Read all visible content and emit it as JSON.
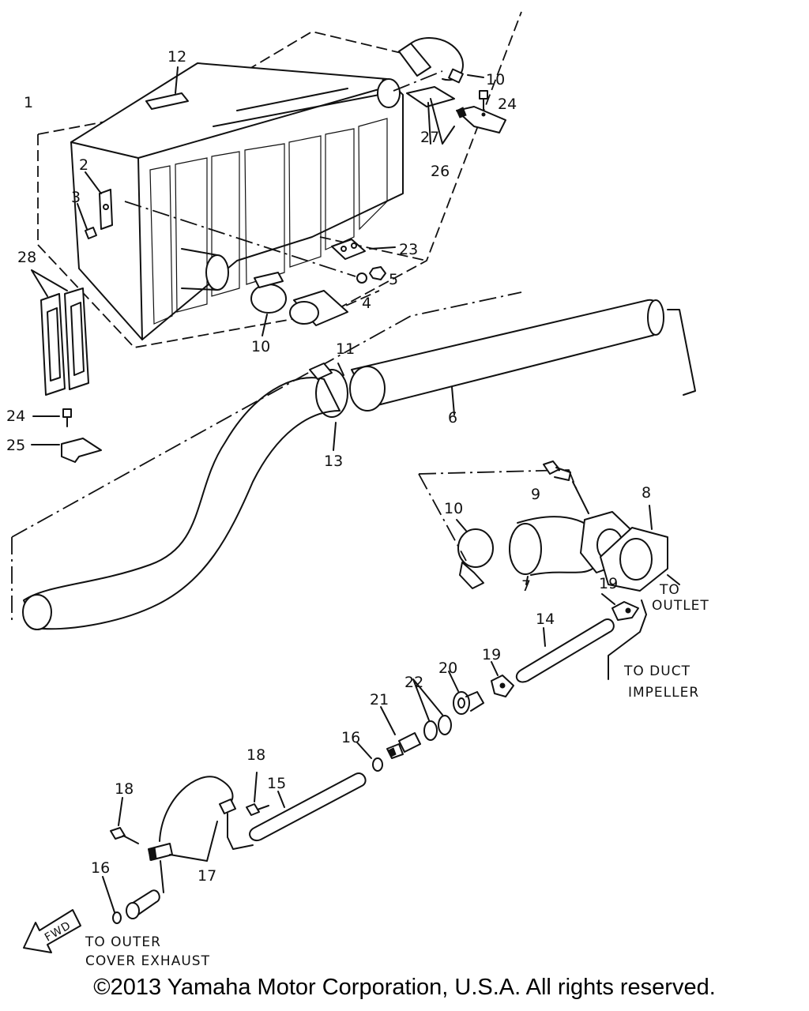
{
  "parts": [
    {
      "id": "1",
      "label": "1"
    },
    {
      "id": "2",
      "label": "2"
    },
    {
      "id": "3",
      "label": "3"
    },
    {
      "id": "4",
      "label": "4"
    },
    {
      "id": "5",
      "label": "5"
    },
    {
      "id": "6",
      "label": "6"
    },
    {
      "id": "7",
      "label": "7"
    },
    {
      "id": "8",
      "label": "8"
    },
    {
      "id": "9",
      "label": "9"
    },
    {
      "id": "10a",
      "label": "10"
    },
    {
      "id": "10b",
      "label": "10"
    },
    {
      "id": "10c",
      "label": "10"
    },
    {
      "id": "11",
      "label": "11"
    },
    {
      "id": "12",
      "label": "12"
    },
    {
      "id": "13",
      "label": "13"
    },
    {
      "id": "14",
      "label": "14"
    },
    {
      "id": "15",
      "label": "15"
    },
    {
      "id": "16a",
      "label": "16"
    },
    {
      "id": "16b",
      "label": "16"
    },
    {
      "id": "17",
      "label": "17"
    },
    {
      "id": "18a",
      "label": "18"
    },
    {
      "id": "18b",
      "label": "18"
    },
    {
      "id": "19a",
      "label": "19"
    },
    {
      "id": "19b",
      "label": "19"
    },
    {
      "id": "20",
      "label": "20"
    },
    {
      "id": "21",
      "label": "21"
    },
    {
      "id": "22",
      "label": "22"
    },
    {
      "id": "23",
      "label": "23"
    },
    {
      "id": "24a",
      "label": "24"
    },
    {
      "id": "24b",
      "label": "24"
    },
    {
      "id": "25",
      "label": "25"
    },
    {
      "id": "26",
      "label": "26"
    },
    {
      "id": "27",
      "label": "27"
    },
    {
      "id": "28",
      "label": "28"
    }
  ],
  "notes": {
    "to_outlet_1": "TO",
    "to_outlet_2": "OUTLET",
    "to_duct_1": "TO DUCT",
    "to_duct_2": "IMPELLER",
    "to_outer_1": "TO OUTER",
    "to_outer_2": "COVER EXHAUST"
  },
  "fwd_arrow": {
    "label": "FWD"
  },
  "copyright": "©2013 Yamaha Motor Corporation, U.S.A. All rights reserved."
}
